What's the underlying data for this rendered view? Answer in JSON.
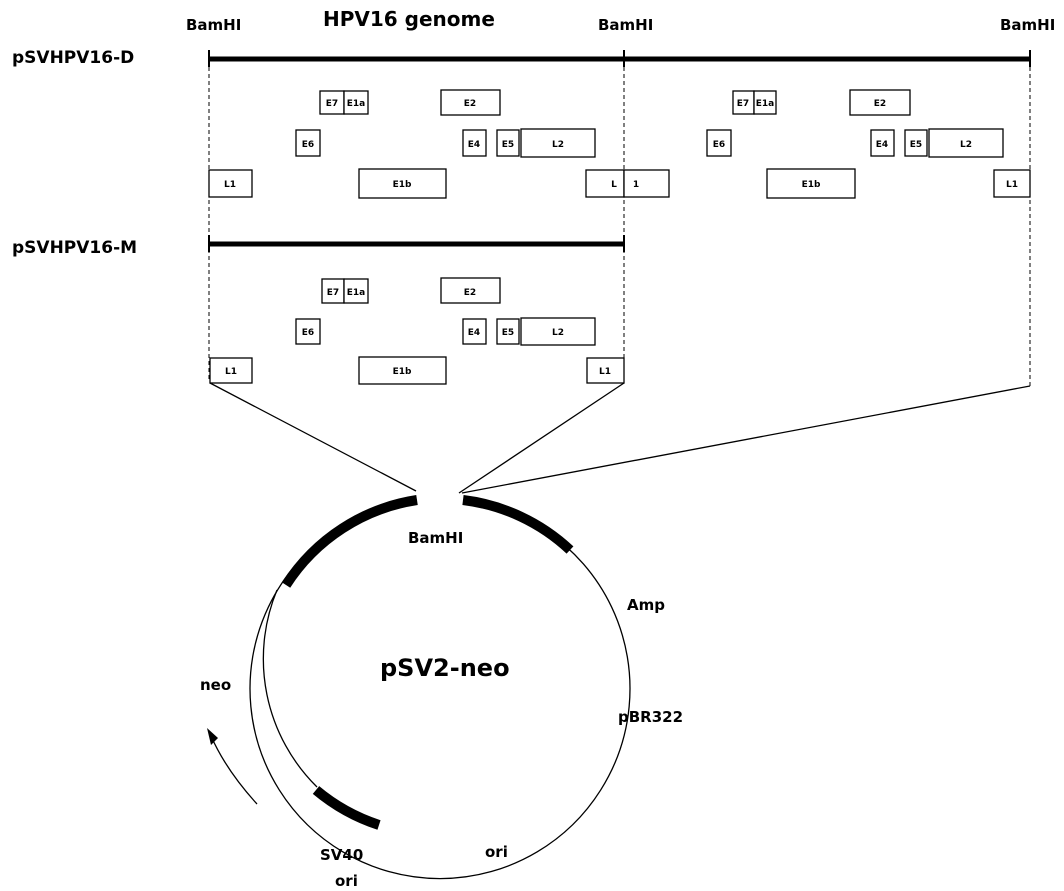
{
  "title": "HPV16 genome",
  "sites": {
    "left": "BamHI",
    "middle": "BamHI",
    "right": "BamHI",
    "plasmid": "BamHI"
  },
  "constructs": [
    {
      "name": "pSVHPV16-D",
      "genomes": [
        {
          "row1": [
            {
              "label": "E7"
            },
            {
              "label": "E1a"
            },
            {
              "label": "E2"
            }
          ],
          "row2": [
            {
              "label": "E6"
            },
            {
              "label": "E4"
            },
            {
              "label": "E5"
            },
            {
              "label": "L2"
            }
          ],
          "row3": [
            {
              "label": "L1"
            },
            {
              "label": "E1b"
            },
            {
              "label": "L"
            }
          ]
        },
        {
          "row1": [
            {
              "label": "E7"
            },
            {
              "label": "E1a"
            },
            {
              "label": "E2"
            }
          ],
          "row2": [
            {
              "label": "E6"
            },
            {
              "label": "E4"
            },
            {
              "label": "E5"
            },
            {
              "label": "L2"
            }
          ],
          "row3": [
            {
              "label": "1"
            },
            {
              "label": "E1b"
            },
            {
              "label": "L1"
            }
          ]
        }
      ]
    },
    {
      "name": "pSVHPV16-M",
      "genomes": [
        {
          "row1": [
            {
              "label": "E7"
            },
            {
              "label": "E1a"
            },
            {
              "label": "E2"
            }
          ],
          "row2": [
            {
              "label": "E6"
            },
            {
              "label": "E4"
            },
            {
              "label": "E5"
            },
            {
              "label": "L2"
            }
          ],
          "row3": [
            {
              "label": "L1"
            },
            {
              "label": "E1b"
            },
            {
              "label": "L1"
            }
          ]
        }
      ]
    }
  ],
  "plasmid": {
    "name": "pSV2-neo",
    "features": {
      "amp": "Amp",
      "pbr": "pBR322",
      "neo": "neo",
      "sv40": "SV40",
      "sv40_ori": "ori",
      "ori": "ori"
    }
  }
}
